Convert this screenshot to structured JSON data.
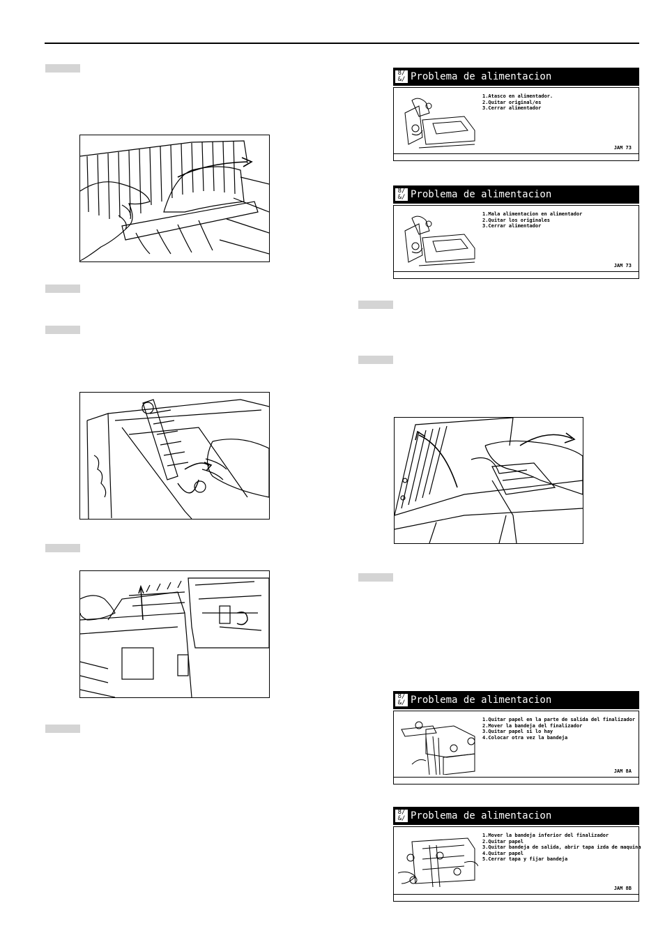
{
  "panels": [
    {
      "icon_top": "8/",
      "icon_bottom": "&/",
      "title": "Problema de alimentacion",
      "lines": [
        "1.Atasco en alimentador.",
        "2.Quitar original/es",
        "3.Cerrar alimentador"
      ],
      "code": "JAM 73"
    },
    {
      "icon_top": "8/",
      "icon_bottom": "&/",
      "title": "Problema de alimentacion",
      "lines": [
        "1.Mala alimentacion en alimentador",
        "2.Quitar los originales",
        "3.Cerrar alimentador"
      ],
      "code": "JAM 73"
    },
    {
      "icon_top": "8/",
      "icon_bottom": "&/",
      "title": "Problema de alimentacion",
      "lines": [
        "1.Quitar papel en la parte de salida del finalizador",
        "2.Mover la bandeja del finalizador",
        "3.Quitar papel si lo hay",
        "4.Colocar otra vez la bandeja"
      ],
      "code": "JAM 8A"
    },
    {
      "icon_top": "8/",
      "icon_bottom": "&/",
      "title": "Problema de alimentacion",
      "lines": [
        "1.Mover la bandeja inferior del finalizador",
        "2.Quitar papel",
        "3.Quitar bandeja de salida, abrir tapa izda de maquina",
        "4.Quitar papel",
        "5.Cerrar tapa y fijar bandeja"
      ],
      "code": "JAM 8B"
    }
  ],
  "illustrations": [
    {
      "icon": "document-feeder-jam-illustration"
    },
    {
      "icon": "feeder-roller-removal-illustration"
    },
    {
      "icon": "feed-roller-cover-illustration"
    },
    {
      "icon": "finisher-cover-open-illustration"
    }
  ]
}
